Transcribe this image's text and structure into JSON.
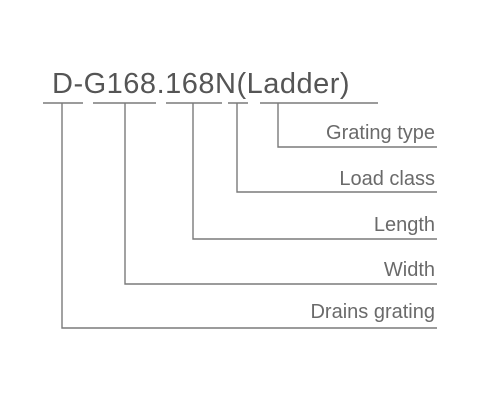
{
  "code": {
    "segments": [
      {
        "id": "drains-grating-code",
        "text": "D-"
      },
      {
        "id": "width-code",
        "text": "G168"
      },
      {
        "id": "length-code",
        "text": ".168"
      },
      {
        "id": "load-class-code",
        "text": "N"
      },
      {
        "id": "grating-type-code",
        "text": "(Ladder)"
      }
    ]
  },
  "labels": [
    {
      "id": "grating-type",
      "text": "Grating type"
    },
    {
      "id": "load-class",
      "text": "Load class"
    },
    {
      "id": "length",
      "text": "Length"
    },
    {
      "id": "width",
      "text": "Width"
    },
    {
      "id": "drains-grating",
      "text": "Drains grating"
    }
  ],
  "colors": {
    "code_text": "#555555",
    "label_text": "#6a6a6a",
    "lines": "#7a7a7a"
  }
}
